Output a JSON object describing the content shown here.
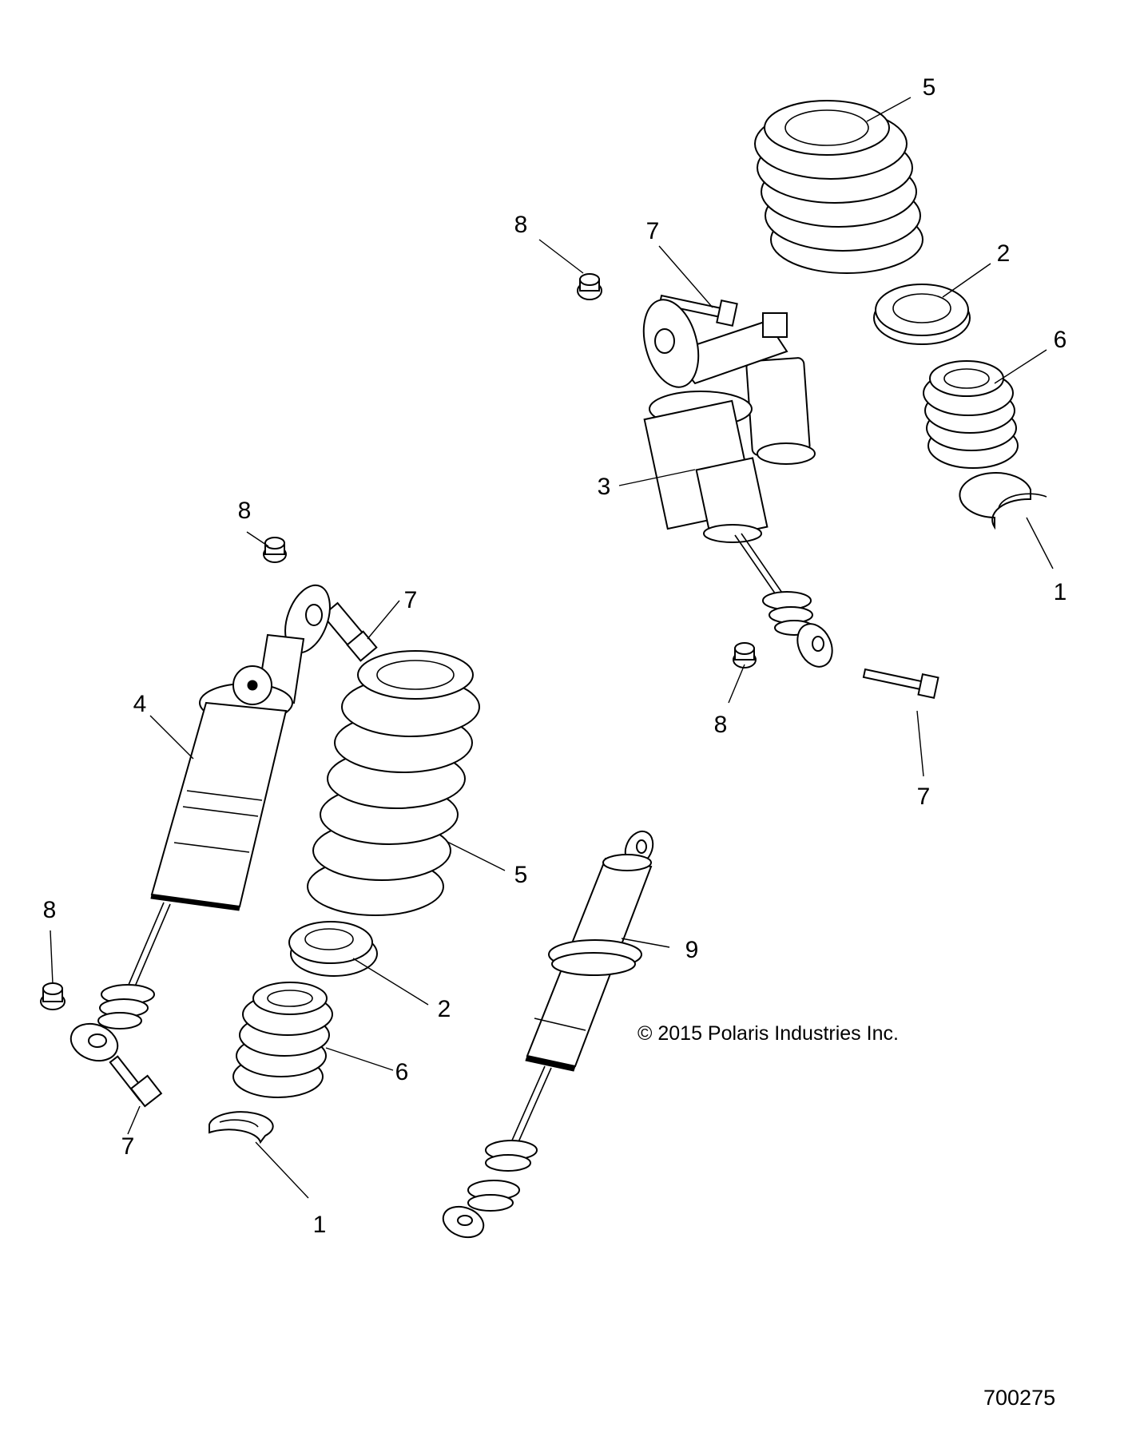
{
  "callouts": [
    {
      "id": "c5-top",
      "text": "5"
    },
    {
      "id": "c8-top",
      "text": "8"
    },
    {
      "id": "c7-top",
      "text": "7"
    },
    {
      "id": "c2-top",
      "text": "2"
    },
    {
      "id": "c6-top",
      "text": "6"
    },
    {
      "id": "c3",
      "text": "3"
    },
    {
      "id": "c1-right",
      "text": "1"
    },
    {
      "id": "c8-mid-right",
      "text": "8"
    },
    {
      "id": "c7-right",
      "text": "7"
    },
    {
      "id": "c8-left-top",
      "text": "8"
    },
    {
      "id": "c7-left-top",
      "text": "7"
    },
    {
      "id": "c4",
      "text": "4"
    },
    {
      "id": "c5-mid",
      "text": "5"
    },
    {
      "id": "c9",
      "text": "9"
    },
    {
      "id": "c8-left",
      "text": "8"
    },
    {
      "id": "c2-mid",
      "text": "2"
    },
    {
      "id": "c6-mid",
      "text": "6"
    },
    {
      "id": "c7-left",
      "text": "7"
    },
    {
      "id": "c1-left",
      "text": "1"
    }
  ],
  "copyright": "© 2015 Polaris Industries Inc.",
  "figure_number": "700275"
}
